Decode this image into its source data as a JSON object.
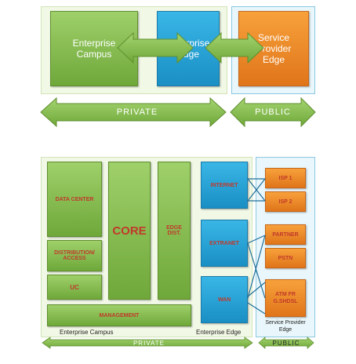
{
  "top": {
    "enterprise_campus": "Enterprise Campus",
    "enterprise_edge": "Enterprise Edge",
    "service_provider_edge": "Service Provider Edge",
    "private": "PRIVATE",
    "public": "PUBLIC"
  },
  "bottom": {
    "data_center": "DATA CENTER",
    "distribution_access": "DISTRIBUTION/ ACCESS",
    "uc": "UC",
    "core": "CORE",
    "edge_dist": "EDGE DIST.",
    "management": "MANAGEMENT",
    "internet": "INTERNET",
    "extranet": "EXTRANET",
    "wan": "WAN",
    "isp1": "ISP 1",
    "isp2": "ISP 2",
    "partner": "PARTNER",
    "pstn": "PSTN",
    "atm": "ATM FR G.SHDSL",
    "enterprise_campus": "Enterprise Campus",
    "enterprise_edge": "Enterprise Edge",
    "service_provider_edge": "Service Provider Edge",
    "private": "PRIVATE",
    "public": "PUBLIC"
  },
  "colors": {
    "green": "#7fb547",
    "blue": "#2aa5d6",
    "orange": "#ee8a2a",
    "label_red": "#c0392b"
  }
}
